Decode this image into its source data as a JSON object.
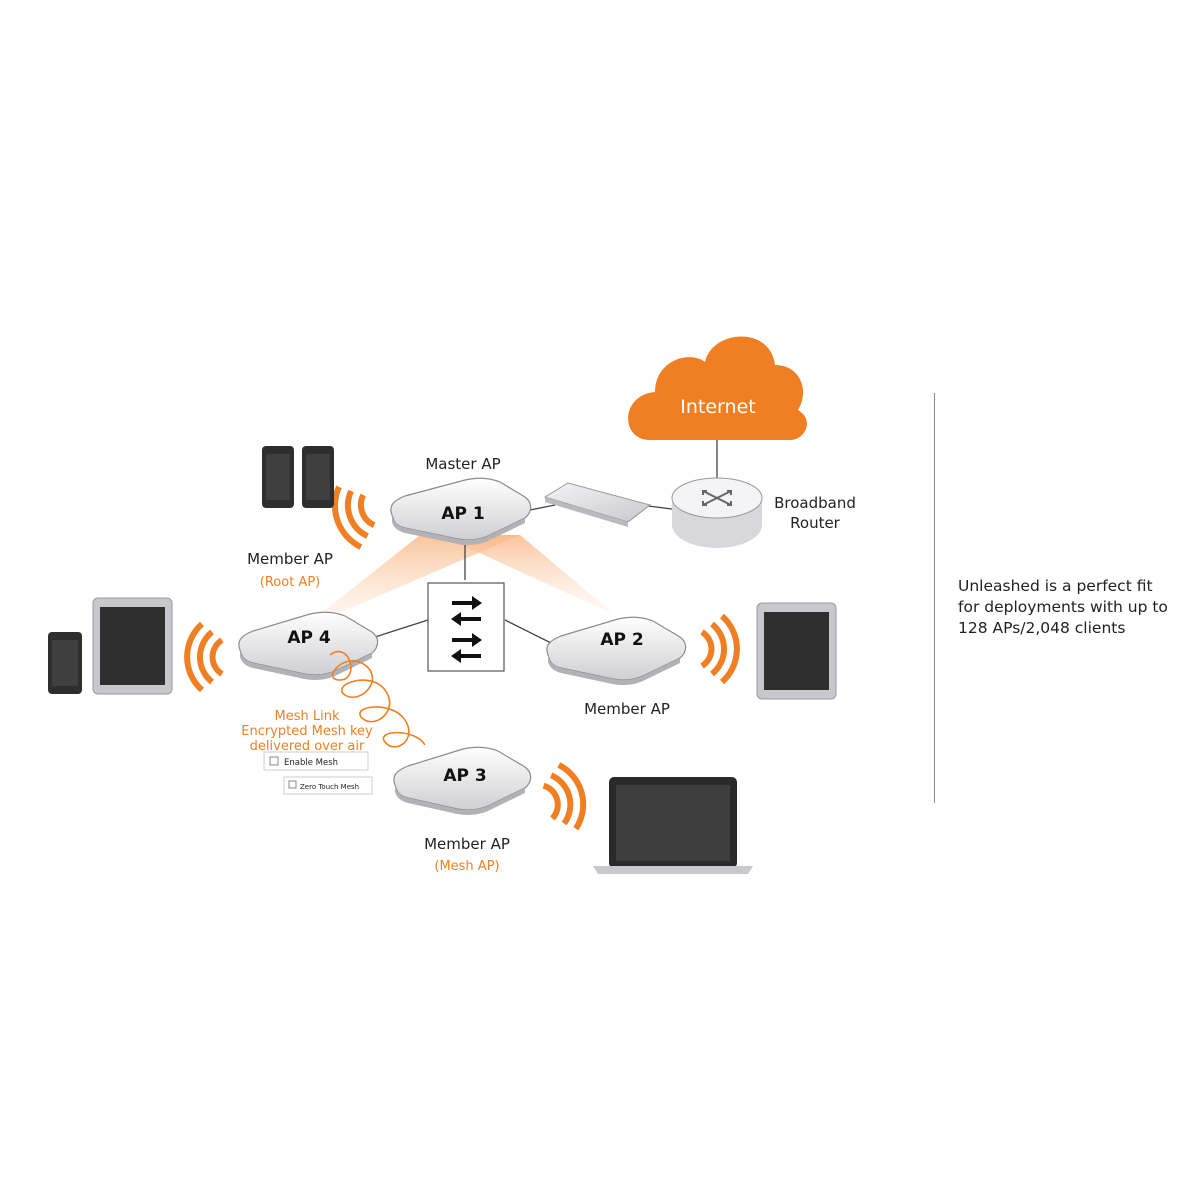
{
  "cloud": {
    "label": "Internet"
  },
  "router": {
    "label_line1": "Broadband",
    "label_line2": "Router"
  },
  "aps": {
    "ap1": {
      "label": "AP 1",
      "role": "Master AP"
    },
    "ap2": {
      "label": "AP 2",
      "role": "Member AP"
    },
    "ap3": {
      "label": "AP 3",
      "role": "Member AP",
      "sub_role": "(Mesh AP)"
    },
    "ap4": {
      "label": "AP 4",
      "role": "Member AP",
      "sub_role": "(Root AP)"
    }
  },
  "mesh": {
    "line1": "Mesh Link",
    "line2": "Encrypted Mesh key",
    "line3": "delivered over air",
    "checkbox1": "Enable Mesh",
    "checkbox2": "Zero Touch Mesh"
  },
  "side_text": "Unleashed is a perfect fit for deployments with up to 128 APs/2,048 clients",
  "colors": {
    "accent": "#f07f24",
    "device": "#3a3a3a"
  }
}
